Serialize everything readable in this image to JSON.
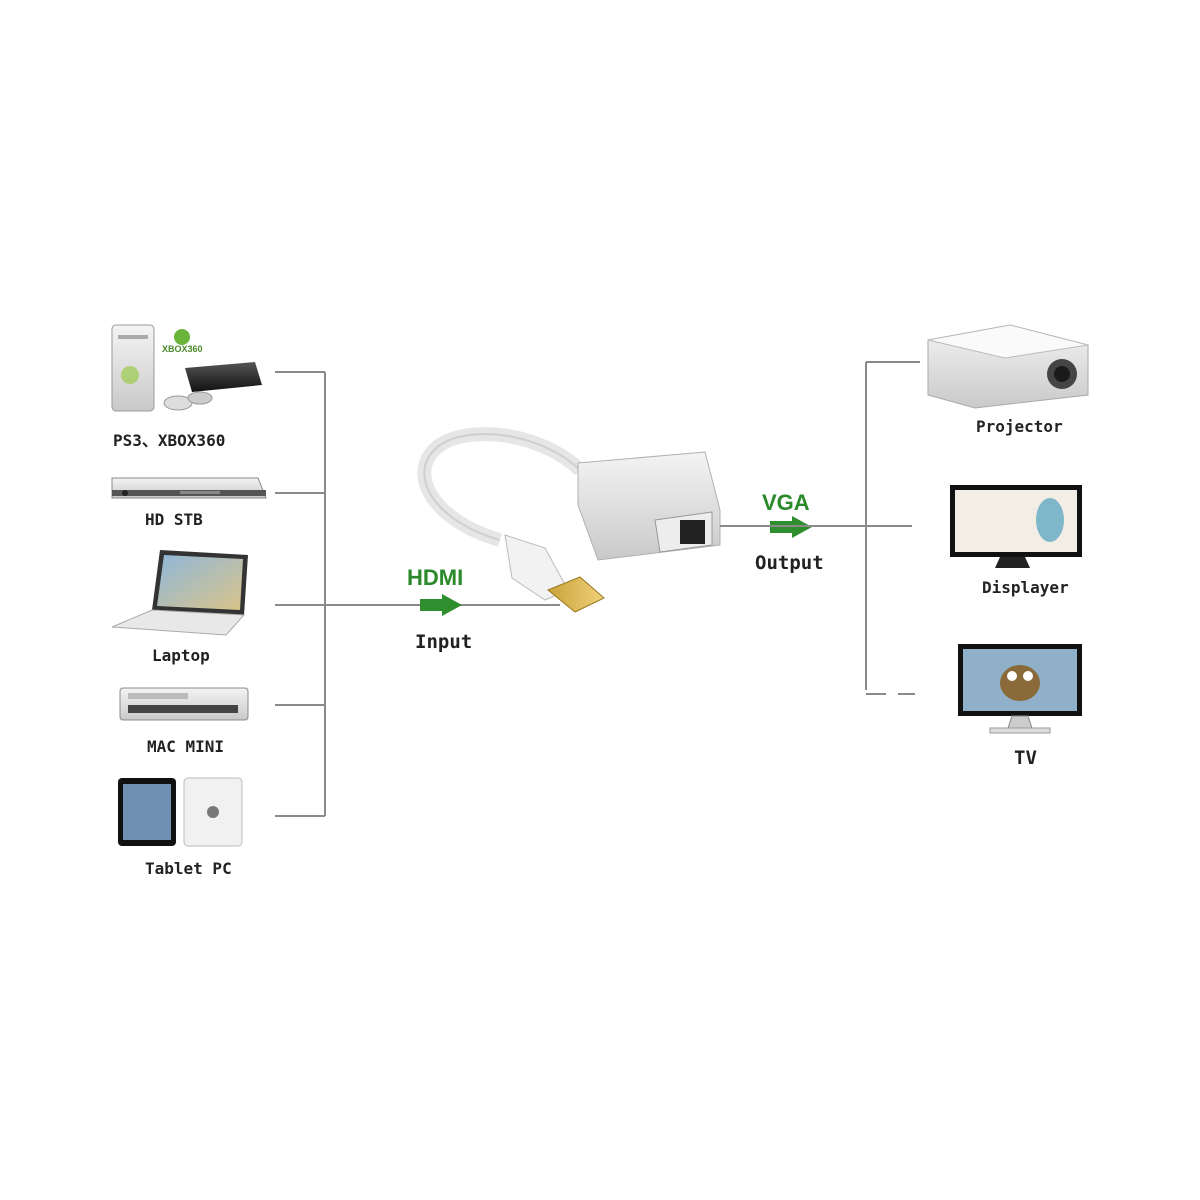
{
  "sources": [
    {
      "label": "PS3、XBOX360",
      "icon": "game-console-icon"
    },
    {
      "label": "HD STB",
      "icon": "set-top-box-icon"
    },
    {
      "label": "Laptop",
      "icon": "laptop-icon"
    },
    {
      "label": "MAC MINI",
      "icon": "mac-mini-icon"
    },
    {
      "label": "Tablet PC",
      "icon": "tablet-icon"
    }
  ],
  "xbox_logo_text": "XBOX360",
  "input": {
    "type": "HDMI",
    "label": "Input"
  },
  "output": {
    "type": "VGA",
    "label": "Output"
  },
  "outputs": [
    {
      "label": "Projector",
      "icon": "projector-icon"
    },
    {
      "label": "Displayer",
      "icon": "monitor-icon"
    },
    {
      "label": "TV",
      "icon": "tv-icon"
    }
  ],
  "colors": {
    "arrow": "#2f8f2f",
    "line": "#8a8a8a",
    "accent_text": "#2a8a2a"
  }
}
